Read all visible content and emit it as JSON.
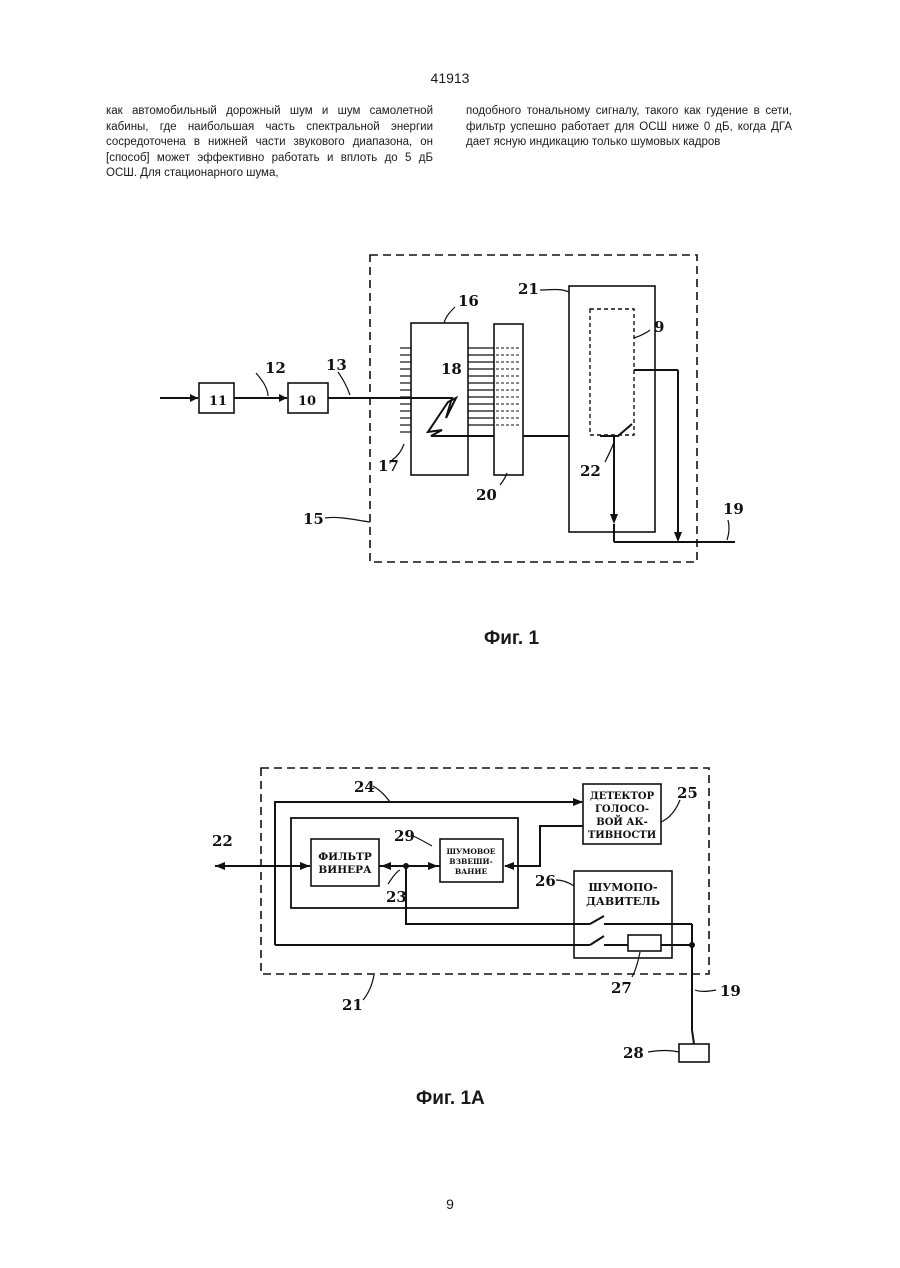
{
  "page_number_top": "41913",
  "text": {
    "left_column": "как автомобильный дорожный шум и шум самолетной кабины, где наибольшая часть спектральной энергии сосредоточена в нижней части звукового диапазона, он [способ] может эффективно работать и вплоть до 5 дБ ОСШ. Для стационарного шума,",
    "right_column": "подобного тональному сигналу, такого как гудение в сети, фильтр успешно работает для ОСШ ниже 0 дБ, когда ДГА дает ясную индикацию только шумовых кадров"
  },
  "figure1": {
    "caption": "Фиг. 1",
    "labels": {
      "l11": "11",
      "l10": "10",
      "l12": "12",
      "l13": "13",
      "l16": "16",
      "l18": "18",
      "l17": "17",
      "l20": "20",
      "l21": "21",
      "l9": "9",
      "l22": "22",
      "l15": "15",
      "l19": "19"
    }
  },
  "figure1a": {
    "caption": "Фиг. 1А",
    "blocks": {
      "detector_line1": "ДЕТЕКТОР",
      "detector_line2": "ГОЛОСО-",
      "detector_line3": "ВОЙ АК-",
      "detector_line4": "ТИВНОСТИ",
      "wiener_line1": "ФИЛЬТР",
      "wiener_line2": "ВИНЕРА",
      "weighting_line1": "ШУМОВОЕ",
      "weighting_line2": "ВЗВЕШИ-",
      "weighting_line3": "ВАНИЕ",
      "suppressor_line1": "ШУМОПО-",
      "suppressor_line2": "ДАВИТЕЛЬ"
    },
    "labels": {
      "l22": "22",
      "l24": "24",
      "l25": "25",
      "l29": "29",
      "l23": "23",
      "l26": "26",
      "l27": "27",
      "l21": "21",
      "l19": "19",
      "l28": "28"
    }
  },
  "page_number_bottom": "9"
}
